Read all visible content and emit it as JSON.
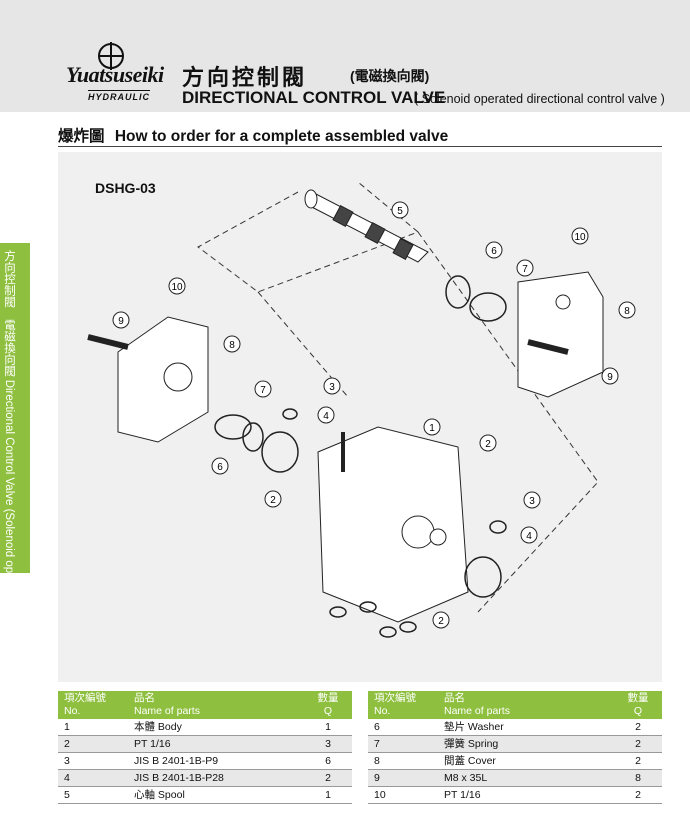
{
  "header": {
    "brand": "Yuatsuseiki",
    "brand_sub": "HYDRAULIC",
    "title_cn": "方向控制閥",
    "title_cn_sub": "(電磁換向閥)",
    "title_en": "DIRECTIONAL CONTROL VALVE",
    "title_en_sub": "( Solenoid operated directional control valve )"
  },
  "section": {
    "title_cn": "爆炸圖",
    "title_en": "How to order for a complete assembled valve"
  },
  "side_tab": {
    "text": "方向控制閥　電磁換向閥 Directional Control Valve (Solenoid operated directional control valve)"
  },
  "diagram": {
    "model": "DSHG-03",
    "callouts": [
      "1",
      "2",
      "3",
      "4",
      "5",
      "6",
      "7",
      "8",
      "9",
      "10"
    ]
  },
  "table_left": {
    "headers": {
      "no_cn": "項次編號",
      "no_en": "No.",
      "name_cn": "品名",
      "name_en": "Name of parts",
      "q_cn": "數量",
      "q_en": "Q"
    },
    "rows": [
      {
        "no": "1",
        "name": "本體 Body",
        "q": "1"
      },
      {
        "no": "2",
        "name": "PT 1/16",
        "q": "3"
      },
      {
        "no": "3",
        "name": "JIS B 2401-1B-P9",
        "q": "6"
      },
      {
        "no": "4",
        "name": "JIS B 2401-1B-P28",
        "q": "2"
      },
      {
        "no": "5",
        "name": "心軸 Spool",
        "q": "1"
      }
    ]
  },
  "table_right": {
    "headers": {
      "no_cn": "項次編號",
      "no_en": "No.",
      "name_cn": "品名",
      "name_en": "Name of parts",
      "q_cn": "數量",
      "q_en": "Q"
    },
    "rows": [
      {
        "no": "6",
        "name": "墊片 Washer",
        "q": "2"
      },
      {
        "no": "7",
        "name": "彈簧 Spring",
        "q": "2"
      },
      {
        "no": "8",
        "name": "間蓋 Cover",
        "q": "2"
      },
      {
        "no": "9",
        "name": "M8 x 35L",
        "q": "8"
      },
      {
        "no": "10",
        "name": "PT 1/16",
        "q": "2"
      }
    ]
  }
}
